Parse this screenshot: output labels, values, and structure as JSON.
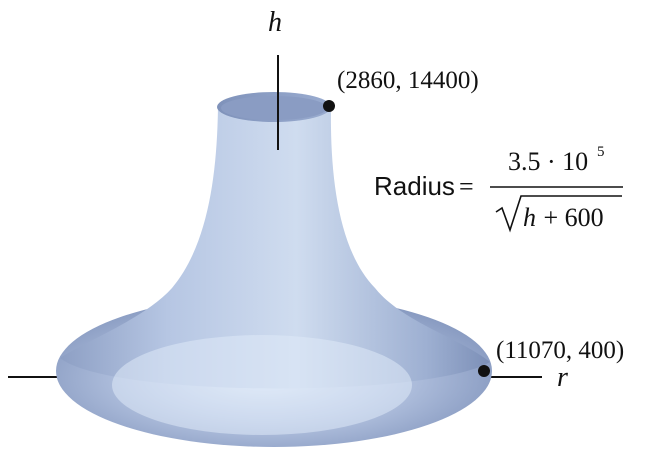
{
  "axes": {
    "h_label": "h",
    "r_label": "r"
  },
  "points": {
    "top": {
      "label": "(2860, 14400)",
      "r": 2860,
      "h": 14400
    },
    "bottom": {
      "label": "(11070, 400)",
      "r": 11070,
      "h": 400
    }
  },
  "formula": {
    "lhs": "Radius",
    "equals": "=",
    "numerator_mantissa": "3.5 · 10",
    "numerator_exponent": "5",
    "denominator_radicand": "h + 600",
    "denominator_var": "h",
    "denominator_rest": " + 600"
  },
  "colors": {
    "surface_light": "#dce8f6",
    "surface_mid": "#a9bbdb",
    "surface_dark": "#6f82aa",
    "line": "#111111"
  }
}
